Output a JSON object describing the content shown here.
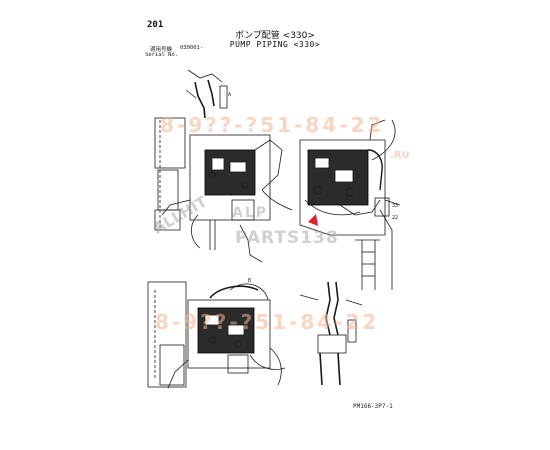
{
  "header": {
    "page_number": "201",
    "title_jp": "ポンプ配管 <330>",
    "title_en": "PUMP PIPING <330>",
    "serial_label_jp": "適用号機",
    "serial_value": "030001-",
    "serial_label_en": "Serial No."
  },
  "watermarks": {
    "phone_top": "8-9??-?51-84-22",
    "phone_bottom": "8-9??-?51-84-22",
    "allhit": "ALLHIT",
    "parts": "PARTS138",
    "alp": "ALP",
    "ru": ".RU"
  },
  "callouts": {
    "a": "A",
    "b": "B",
    "ref_33": "33",
    "ref_22": "22"
  },
  "footer": {
    "code": "PM166-3P7-1"
  },
  "colors": {
    "ink": "#111111",
    "watermark_orange": "#f2b28c",
    "watermark_gray": "#969696",
    "marker_red": "#e0202a"
  }
}
